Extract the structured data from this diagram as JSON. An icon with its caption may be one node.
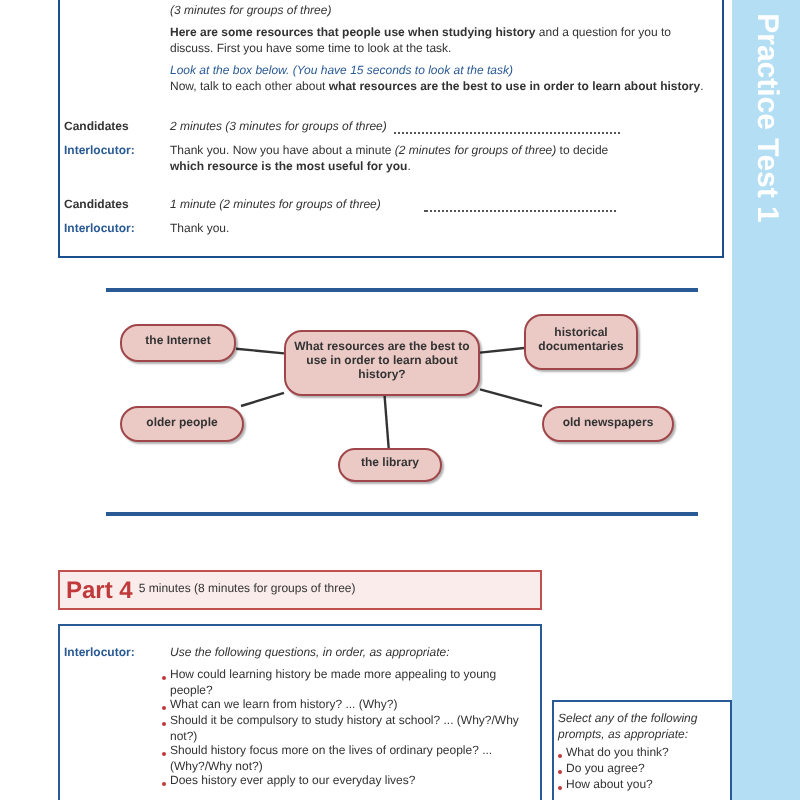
{
  "diagram": {
    "nodes": [
      {
        "text": [
          "What resources are the best to use in order to learn about history?"
        ]
      },
      {
        "text": [
          "the Internet"
        ]
      },
      {
        "text": [
          "historical documentaries"
        ]
      },
      {
        "text": [
          "older people"
        ]
      },
      {
        "text": [
          "old newspapers"
        ]
      },
      {
        "text": [
          "the library"
        ]
      }
    ],
    "edges": [
      {
        "from": 0,
        "to": 1,
        "arrow": "none"
      },
      {
        "from": 0,
        "to": 2,
        "arrow": "none"
      },
      {
        "from": 0,
        "to": 3,
        "arrow": "none"
      },
      {
        "from": 0,
        "to": 4,
        "arrow": "none"
      },
      {
        "from": 0,
        "to": 5,
        "arrow": "none"
      }
    ],
    "labels": [
      "(3 minutes for groups of three)",
      "**Here are some resources that people use when studying history** and a question for you to discuss. First you have some time to look at the task.",
      "Look at the box below. (You have 15 seconds to look at the task)",
      "Now, talk to each other about **what resources are the best to use in order to learn about history**.",
      "Candidates",
      "2 minutes (3 minutes for groups of three)",
      "Interlocutor:",
      "Thank you. Now you have about a minute *(2 minutes for groups of three)* to decide **which resource is the most useful for you**.",
      "Candidates",
      "1 minute (2 minutes for groups of three)",
      "Interlocutor:",
      "Thank you.",
      "Practice Test 1",
      "Part 4",
      "5 minutes (8 minutes for groups of three)",
      "Interlocutor:",
      "Use the following questions, in order, as appropriate:",
      "How could learning history be made more appealing to young people?",
      "What can we learn from history? ... (Why?)",
      "Should it be compulsory to study history at school? ... (Why?/Why not?)",
      "Should history focus more on the lives of ordinary people? ... (Why?/Why not?)",
      "Does history ever apply to our everyday lives?",
      "Select any of the following prompts, as appropriate:",
      "What do you think?",
      "Do you agree?",
      "How about you?"
    ]
  }
}
